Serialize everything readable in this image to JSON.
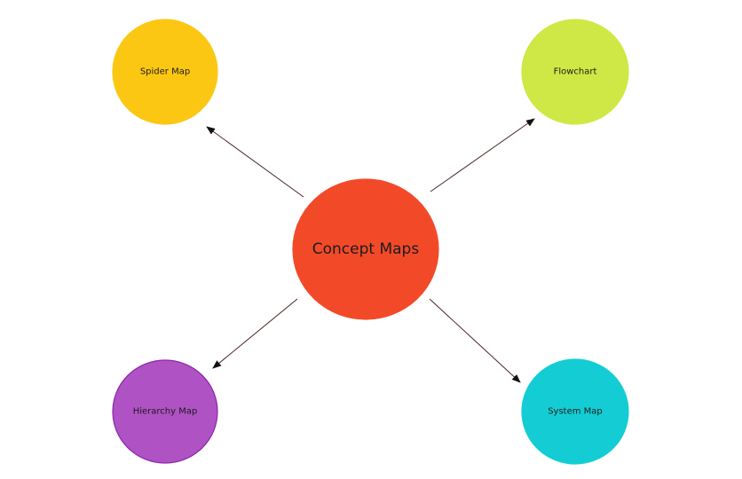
{
  "diagram": {
    "center": {
      "label": "Concept Maps",
      "color": "#F24A29"
    },
    "nodes": [
      {
        "id": "spider",
        "label": "Spider Map",
        "color": "#FBC713",
        "stroke": "#FBC713"
      },
      {
        "id": "flowchart",
        "label": "Flowchart",
        "color": "#CFE845",
        "stroke": "#CFE845"
      },
      {
        "id": "hierarchy",
        "label": "Hierarchy Map",
        "color": "#AE52C4",
        "stroke": "#8E26A8"
      },
      {
        "id": "system",
        "label": "System Map",
        "color": "#14CDD4",
        "stroke": "#14CDD4"
      }
    ],
    "edges": [
      {
        "from": "center",
        "to": "spider",
        "arrow": "to"
      },
      {
        "from": "center",
        "to": "flowchart",
        "arrow": "to"
      },
      {
        "from": "center",
        "to": "hierarchy",
        "arrow": "to"
      },
      {
        "from": "center",
        "to": "system",
        "arrow": "to"
      }
    ]
  }
}
